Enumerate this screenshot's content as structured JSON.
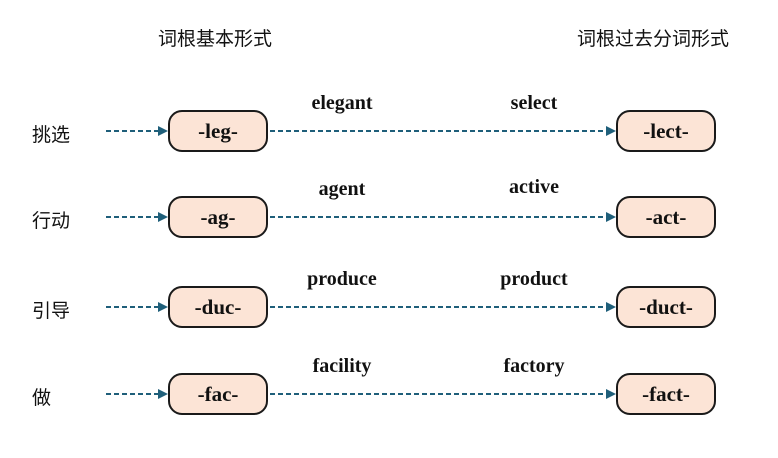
{
  "headers": {
    "base_form": "词根基本形式",
    "past_participle_form": "词根过去分词形式"
  },
  "rows": [
    {
      "meaning": "挑选",
      "base_root": "-leg-",
      "base_example": "elegant",
      "past_example": "select",
      "past_root": "-lect-"
    },
    {
      "meaning": "行动",
      "base_root": "-ag-",
      "base_example": "agent",
      "past_example": "active",
      "past_root": "-act-"
    },
    {
      "meaning": "引导",
      "base_root": "-duc-",
      "base_example": "produce",
      "past_example": "product",
      "past_root": "-duct-"
    },
    {
      "meaning": "做",
      "base_root": "-fac-",
      "base_example": "facility",
      "past_example": "factory",
      "past_root": "-fact-"
    }
  ],
  "colors": {
    "arrow": "#1f5f7a",
    "pill_fill": "#fce4d6",
    "pill_border": "#1a1a1a"
  }
}
